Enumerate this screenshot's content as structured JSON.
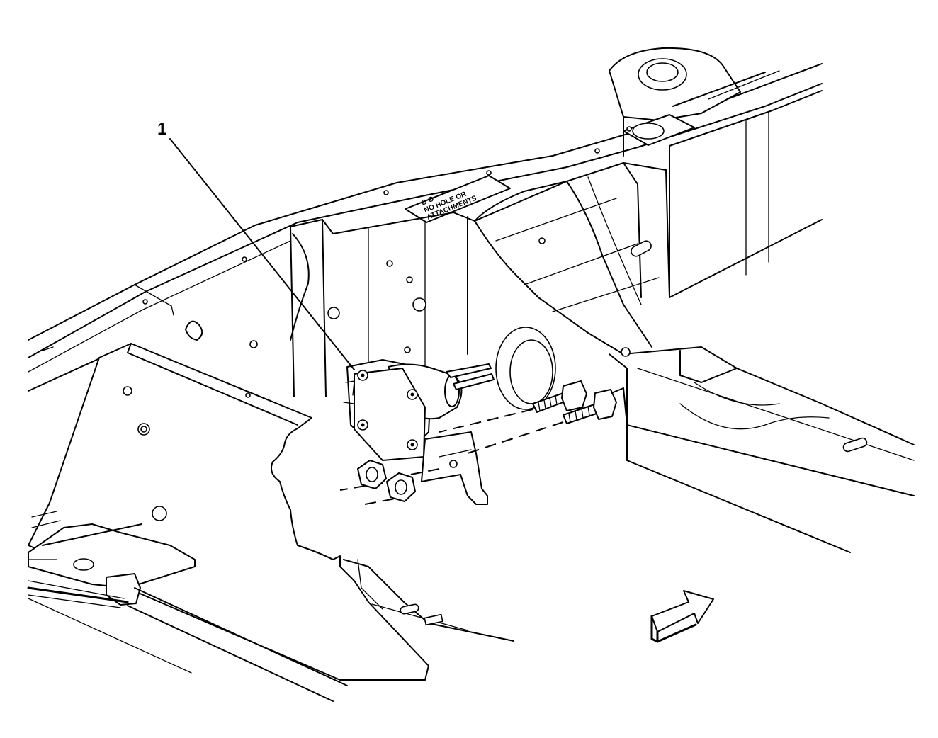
{
  "callouts": [
    {
      "label": "1"
    }
  ],
  "frame_plate": {
    "lines": [
      "NO HOLE OR",
      "ATTACHMENTS",
      "O  O"
    ]
  },
  "icons": {
    "direction_arrow": "forward-direction-arrow-icon"
  },
  "colors": {
    "stroke": "#000000",
    "background": "#ffffff"
  }
}
